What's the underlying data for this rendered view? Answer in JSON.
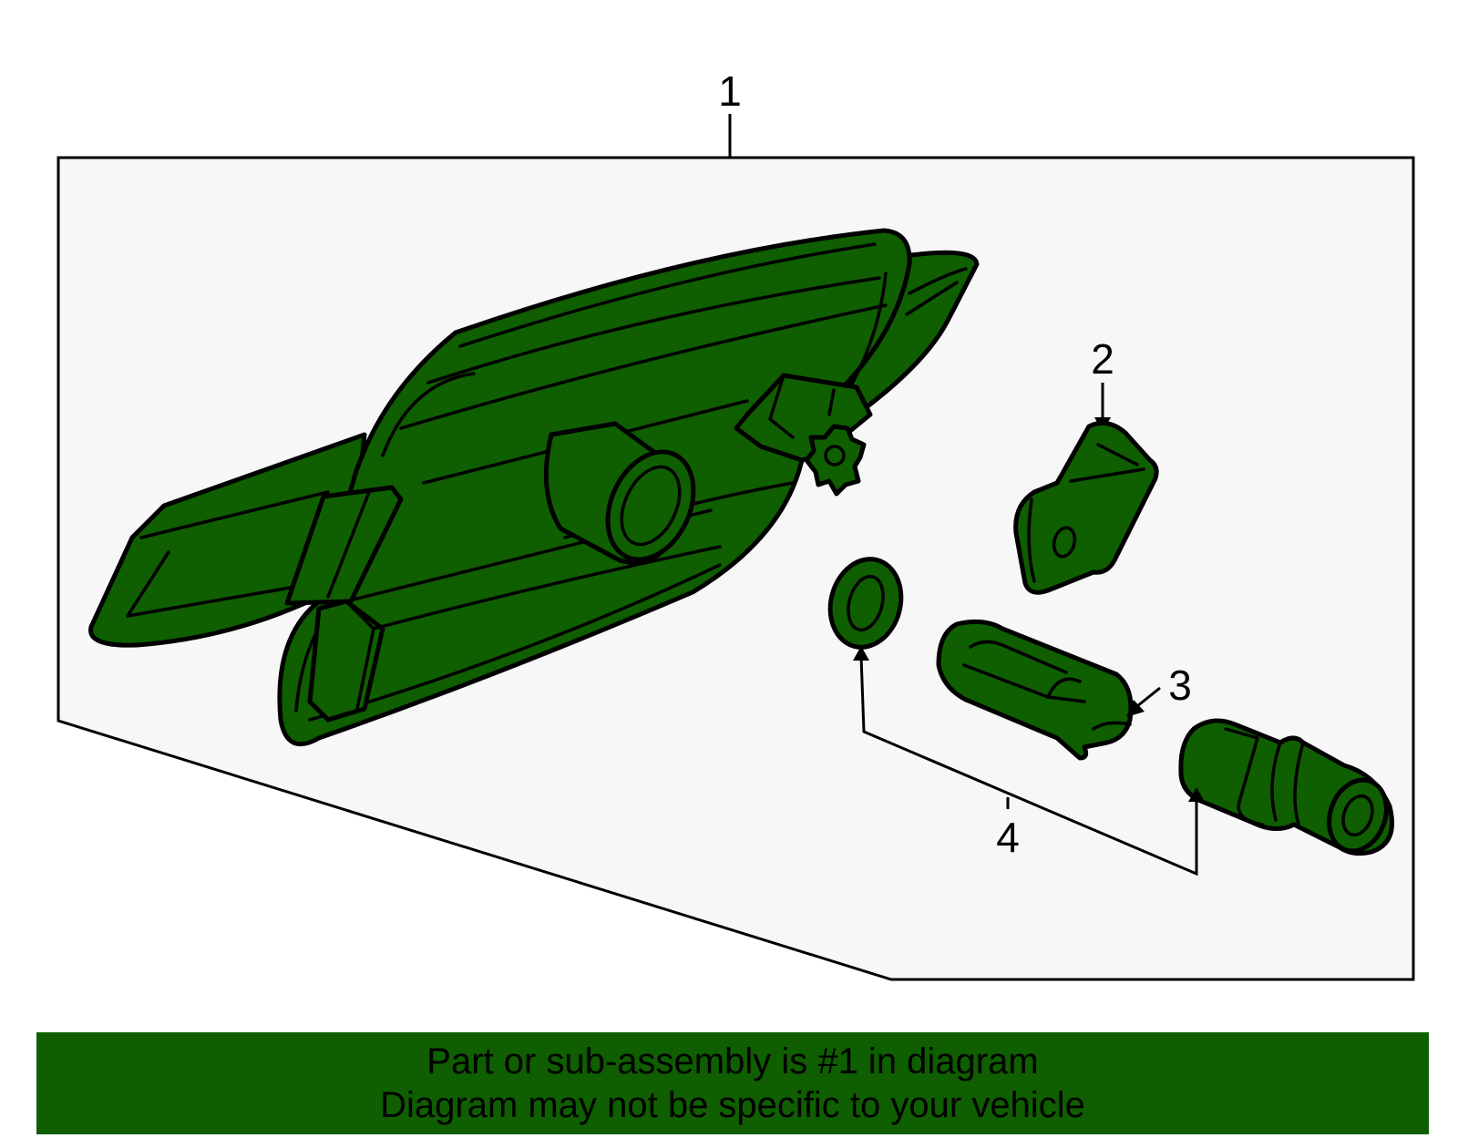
{
  "colors": {
    "part_fill": "#0f5e00",
    "panel_fill": "#f7f7f7",
    "banner_fill": "#0f5e00"
  },
  "callouts": {
    "c1": "1",
    "c2": "2",
    "c3": "3",
    "c4": "4"
  },
  "banner": {
    "line1": "Part or sub-assembly is #1 in diagram",
    "line2": "Diagram may not be specific to your vehicle"
  }
}
